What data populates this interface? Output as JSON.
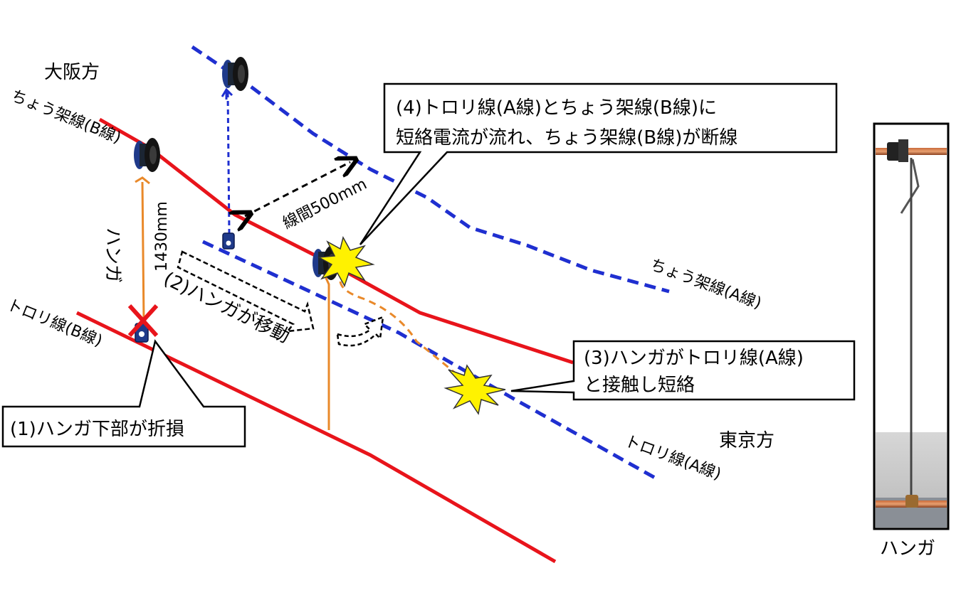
{
  "directions": {
    "osaka": "大阪方",
    "tokyo": "東京方"
  },
  "wires": {
    "catenary_b": "ちょう架線(B線)",
    "catenary_a": "ちょう架線(A線)",
    "trolley_b": "トロリ線(B線)",
    "trolley_a": "トロリ線(A線)"
  },
  "dimensions": {
    "hanger_length": "1430mm",
    "wire_spacing": "線間500mm"
  },
  "hanger_label": "ハンガ",
  "steps": {
    "step1": "(1)ハンガ下部が折損",
    "step2": "(2)ハンガが移動",
    "step3_line1": "(3)ハンガがトロリ線(A線)",
    "step3_line2": "と接触し短絡",
    "step4_line1": "(4)トロリ線(A線)とちょう架線(B線)に",
    "step4_line2": "短絡電流が流れ、ちょう架線(B線)が断線"
  },
  "photo_caption": "ハンガ",
  "colors": {
    "b_line": "#e8141b",
    "a_line": "#1f2fd0",
    "hanger": "#e9892a",
    "spark": "#fff200",
    "mark": "#e8141b",
    "arrow": "#000000"
  }
}
